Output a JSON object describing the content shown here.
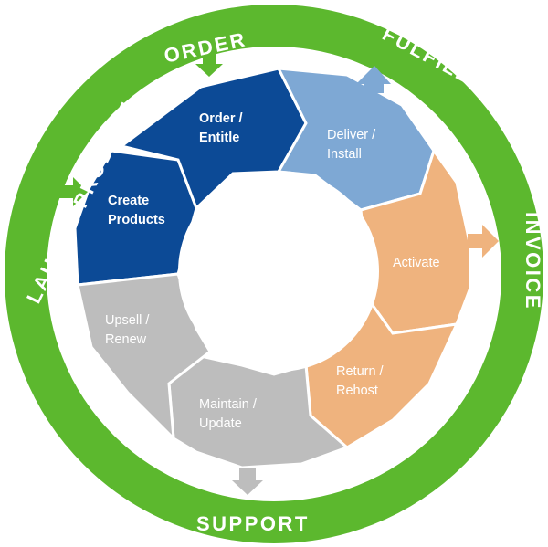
{
  "ring": {
    "color": "#5cb82e",
    "labels": {
      "order": "ORDER",
      "fulfill": "FULFILL",
      "invoice": "INVOICE",
      "support": "SUPPORT",
      "launch": "LAUNCH PRODUCT"
    }
  },
  "segments": {
    "create": {
      "line1": "Create",
      "line2": "Products",
      "color": "#0c4a96",
      "text_color": "#ffffff"
    },
    "order": {
      "line1": "Order /",
      "line2": "Entitle",
      "color": "#0c4a96",
      "text_color": "#ffffff"
    },
    "deliver": {
      "line1": "Deliver /",
      "line2": "Install",
      "color": "#7ea8d4",
      "text_color": "#ffffff"
    },
    "activate": {
      "line1": "Activate",
      "color": "#efb37e",
      "text_color": "#ffffff"
    },
    "return": {
      "line1": "Return /",
      "line2": "Rehost",
      "color": "#efb37e",
      "text_color": "#ffffff"
    },
    "maintain": {
      "line1": "Maintain /",
      "line2": "Update",
      "color": "#bdbdbd",
      "text_color": "#ffffff"
    },
    "upsell": {
      "line1": "Upsell /",
      "line2": "Renew",
      "color": "#bdbdbd",
      "text_color": "#ffffff"
    }
  }
}
